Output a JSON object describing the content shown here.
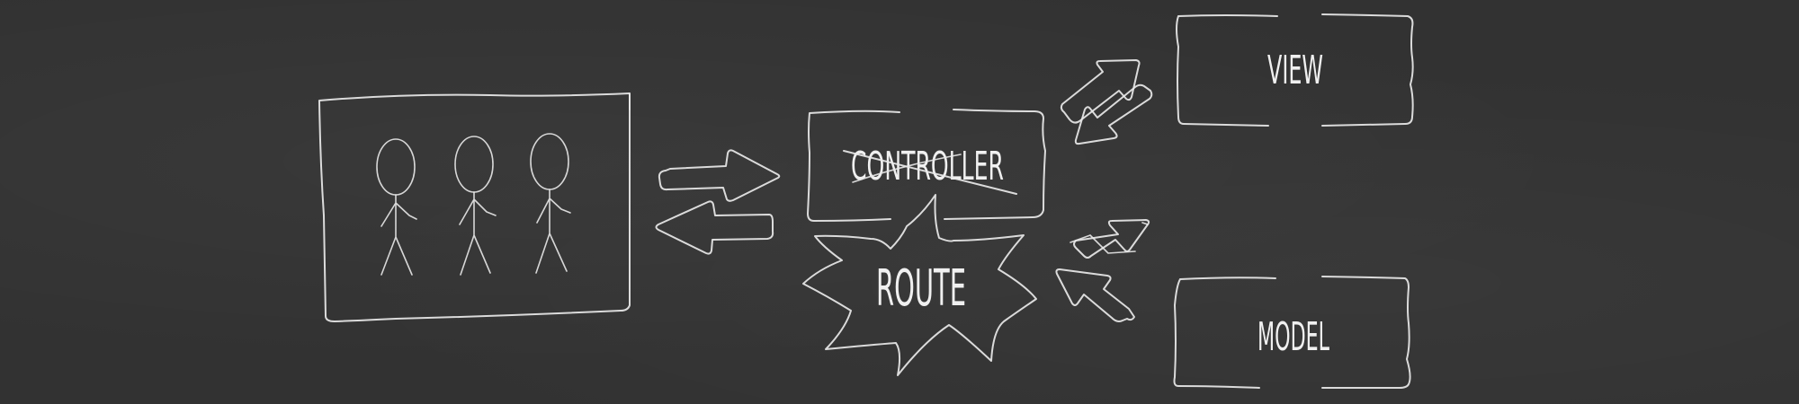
{
  "diagram": {
    "nodes": {
      "users": {
        "label": ""
      },
      "controller": {
        "label": "CONTROLLER",
        "struck_through": true
      },
      "route": {
        "label": "ROUTE"
      },
      "view": {
        "label": "VIEW"
      },
      "model": {
        "label": "MODEL"
      }
    },
    "edges": [
      {
        "from": "users",
        "to": "controller",
        "bidirectional": true
      },
      {
        "from": "controller",
        "to": "view",
        "bidirectional": true
      },
      {
        "from": "route",
        "to": "model",
        "bidirectional": true
      }
    ],
    "colors": {
      "background": "#323232",
      "chalk": "#e9e9e9"
    }
  }
}
